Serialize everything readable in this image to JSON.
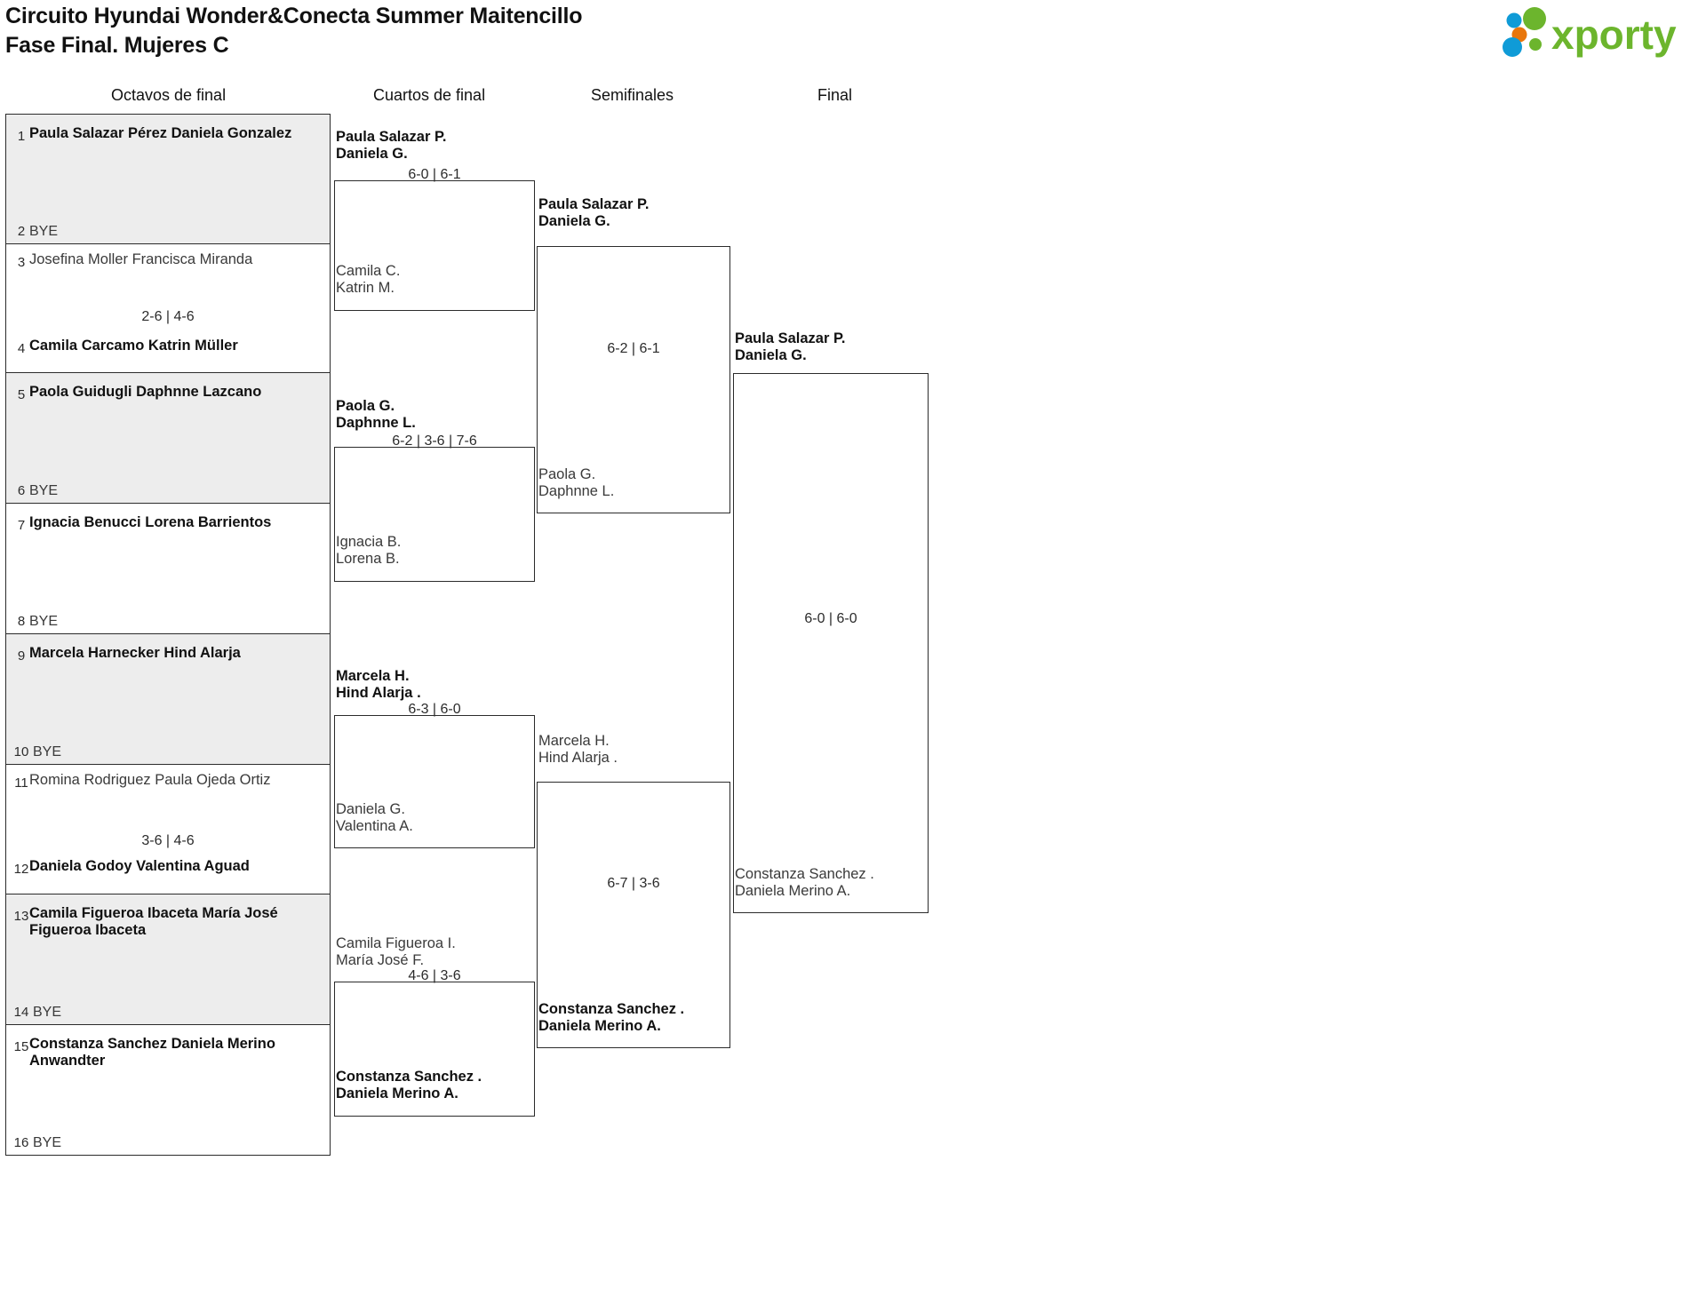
{
  "header": {
    "title_line1": "Circuito Hyundai Wonder&Conecta Summer Maitencillo",
    "title_line2": "Fase Final. Mujeres C",
    "logo_text": "xporty",
    "logo_colors": {
      "green": "#6cb52d",
      "blue": "#0f9bd7",
      "orange": "#e8760c"
    }
  },
  "rounds": [
    {
      "label": "Octavos de final"
    },
    {
      "label": "Cuartos de final"
    },
    {
      "label": "Semifinales"
    },
    {
      "label": "Final"
    }
  ],
  "round1": [
    {
      "seed": "1",
      "line1": "Paula Salazar Pérez",
      "line2": "Daniela Gonzalez",
      "bye": "",
      "winner": true
    },
    {
      "seed": "2",
      "line1": "",
      "line2": "",
      "bye": "BYE",
      "winner": false
    },
    {
      "seed": "3",
      "line1": "Josefina Moller",
      "line2": "Francisca Miranda",
      "bye": "",
      "winner": false
    },
    {
      "seed": "4",
      "line1": "Camila Carcamo",
      "line2": "Katrin Müller",
      "bye": "",
      "winner": true
    },
    {
      "seed": "5",
      "line1": "Paola Guidugli",
      "line2": "Daphnne Lazcano",
      "bye": "",
      "winner": true
    },
    {
      "seed": "6",
      "line1": "",
      "line2": "",
      "bye": "BYE",
      "winner": false
    },
    {
      "seed": "7",
      "line1": "Ignacia Benucci",
      "line2": "Lorena Barrientos",
      "bye": "",
      "winner": true
    },
    {
      "seed": "8",
      "line1": "",
      "line2": "",
      "bye": "BYE",
      "winner": false
    },
    {
      "seed": "9",
      "line1": "Marcela Harnecker",
      "line2": "Hind Alarja",
      "bye": "",
      "winner": true
    },
    {
      "seed": "10",
      "line1": "",
      "line2": "",
      "bye": "BYE",
      "winner": false
    },
    {
      "seed": "11",
      "line1": "Romina Rodriguez",
      "line2": "Paula Ojeda Ortiz",
      "bye": "",
      "winner": false
    },
    {
      "seed": "12",
      "line1": "Daniela Godoy",
      "line2": "Valentina Aguad",
      "bye": "",
      "winner": true
    },
    {
      "seed": "13",
      "line1": "Camila Figueroa Ibaceta",
      "line2": "María José Figueroa Ibaceta",
      "bye": "",
      "winner": true
    },
    {
      "seed": "14",
      "line1": "",
      "line2": "",
      "bye": "BYE",
      "winner": false
    },
    {
      "seed": "15",
      "line1": "Constanza Sanchez",
      "line2": "Daniela Merino Anwandter",
      "bye": "",
      "winner": true
    },
    {
      "seed": "16",
      "line1": "",
      "line2": "",
      "bye": "BYE",
      "winner": false
    }
  ],
  "round1_scores": [
    {
      "score": ""
    },
    {
      "score": "2-6 | 4-6"
    },
    {
      "score": ""
    },
    {
      "score": ""
    },
    {
      "score": ""
    },
    {
      "score": "3-6 | 4-6"
    },
    {
      "score": ""
    },
    {
      "score": ""
    }
  ],
  "quarterfinals": [
    {
      "top": {
        "line1": "Paula Salazar P.",
        "line2": "Daniela G.",
        "winner": true
      },
      "bottom": {
        "line1": "Camila C.",
        "line2": "Katrin M.",
        "winner": false
      },
      "score": "6-0 | 6-1"
    },
    {
      "top": {
        "line1": "Paola G.",
        "line2": "Daphnne L.",
        "winner": true
      },
      "bottom": {
        "line1": "Ignacia B.",
        "line2": "Lorena B.",
        "winner": false
      },
      "score": "6-2 | 3-6 | 7-6"
    },
    {
      "top": {
        "line1": "Marcela H.",
        "line2": "Hind Alarja .",
        "winner": true
      },
      "bottom": {
        "line1": "Daniela G.",
        "line2": "Valentina A.",
        "winner": false
      },
      "score": "6-3 | 6-0"
    },
    {
      "top": {
        "line1": "Camila Figueroa I.",
        "line2": "María José F.",
        "winner": false
      },
      "bottom": {
        "line1": "Constanza Sanchez .",
        "line2": "Daniela Merino A.",
        "winner": true
      },
      "score": "4-6 | 3-6"
    }
  ],
  "semifinals": [
    {
      "top": {
        "line1": "Paula Salazar P.",
        "line2": "Daniela G.",
        "winner": true
      },
      "bottom": {
        "line1": "Paola G.",
        "line2": "Daphnne L.",
        "winner": false
      },
      "score": "6-2 | 6-1"
    },
    {
      "top": {
        "line1": "Marcela H.",
        "line2": "Hind Alarja .",
        "winner": false
      },
      "bottom": {
        "line1": "Constanza Sanchez .",
        "line2": "Daniela Merino A.",
        "winner": true
      },
      "score": "6-7 | 3-6"
    }
  ],
  "final": [
    {
      "top": {
        "line1": "Paula Salazar P.",
        "line2": "Daniela G.",
        "winner": true
      },
      "bottom": {
        "line1": "Constanza Sanchez .",
        "line2": "Daniela Merino A.",
        "winner": false
      },
      "score": "6-0 | 6-0"
    }
  ]
}
